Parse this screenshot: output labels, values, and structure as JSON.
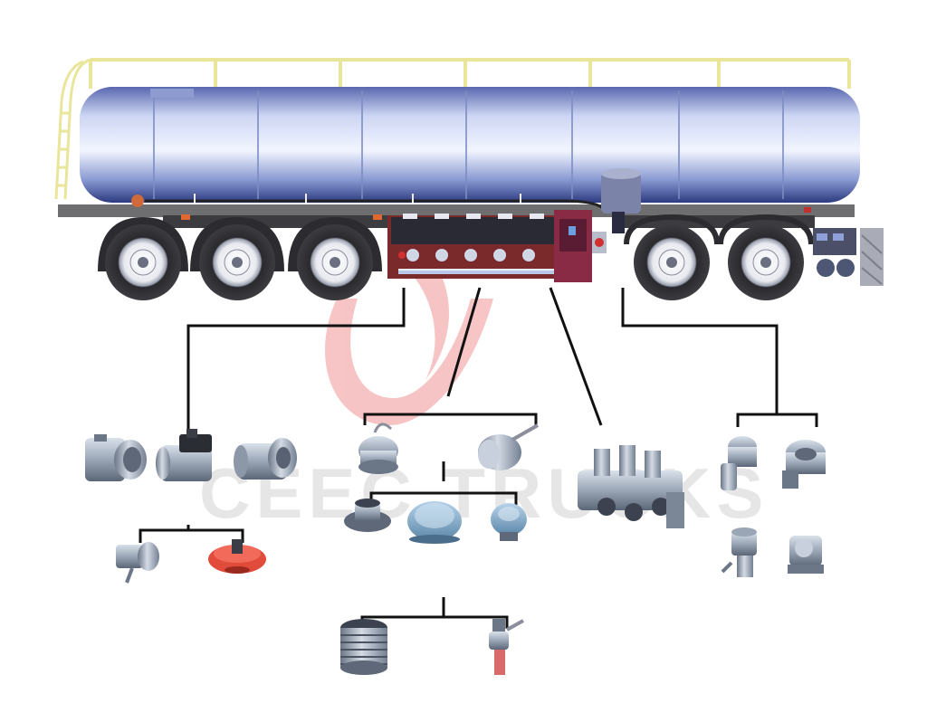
{
  "watermark": {
    "text": "CEEC TRUCKS"
  },
  "colors": {
    "tank_light": "#dce4f6",
    "tank_mid": "#8fa0d4",
    "tank_dark": "#3a4a8a",
    "rail": "#f3f0a8",
    "frame": "#4a4a4a",
    "cabinet": "#c0443a",
    "line": "#111111",
    "logo_red": "#e85a5a",
    "valve_grey": "#a9b4c2",
    "valve_red": "#e14b3c"
  },
  "icons": [
    "tanker-trailer",
    "ladder-icon",
    "manhole-icon",
    "wheel-icon",
    "valve-cabinet",
    "ceec-logo",
    "emergency-valve-icon",
    "bottom-valve-icon",
    "gravity-valve-icon",
    "vapor-recovery-valve-icon",
    "manhole-cover-icon",
    "pneumatic-control-icon",
    "breather-valve-icon",
    "filter-icon",
    "pump-icon"
  ]
}
